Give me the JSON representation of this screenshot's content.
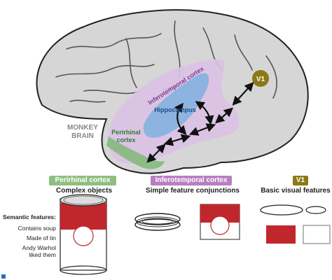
{
  "brain": {
    "monkey_label_line1": "MONKEY",
    "monkey_label_line2": "BRAIN",
    "v1_label": "V1",
    "inferotemporal_label": "Inferotemporal cortex",
    "hippocampus_label": "Hippocampus",
    "perirhinal_label_line1": "Perirhinal",
    "perirhinal_label_line2": "cortex"
  },
  "legend": {
    "perirhinal": {
      "title": "Perirhinal cortex",
      "caption": "Complex objects",
      "color": "#8fbf7f"
    },
    "inferotemporal": {
      "title": "Inferotemporal cortex",
      "caption": "Simple feature conjunctions",
      "color": "#b77fc0"
    },
    "v1": {
      "title": "V1",
      "caption": "Basic visual features",
      "color": "#8a7a16"
    }
  },
  "semantic": {
    "heading": "Semantic features:",
    "items": [
      "Contains soup",
      "Made of tin",
      "Andy Warhol",
      "liked them"
    ]
  },
  "colors": {
    "brain_fill": "#d6d6d6",
    "inferotemporal_fill": "#dcc2e4",
    "hippocampus_fill": "#7fb2e0",
    "perirhinal_fill": "#7fb878",
    "can_red": "#c0272d",
    "inferotemporal_text": "#7b3a90",
    "perirhinal_text": "#2f7a35",
    "hippocampus_text": "#1f4f86"
  }
}
